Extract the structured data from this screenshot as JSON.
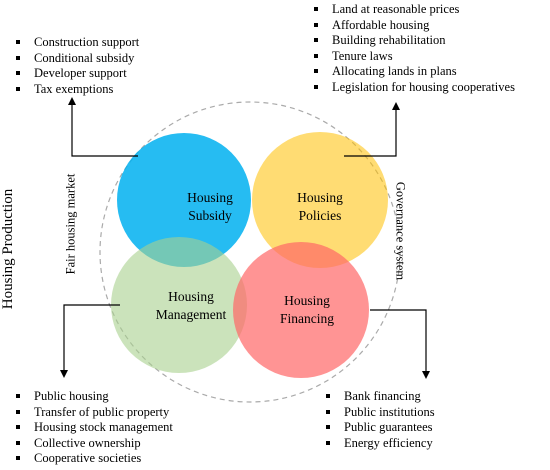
{
  "title": "Sustainable Cooperative Housing Production",
  "side_labels": {
    "left": "Fair housing market",
    "right": "Governance system"
  },
  "circles": {
    "subsidy": {
      "line1": "Housing",
      "line2": "Subsidy",
      "color": "#00B0F0"
    },
    "policies": {
      "line1": "Housing",
      "line2": "Policies",
      "color": "#FFC000"
    },
    "management": {
      "line1": "Housing",
      "line2": "Management",
      "color": "#A9D18E"
    },
    "financing": {
      "line1": "Housing",
      "line2": "Financing",
      "color": "#FF6666"
    }
  },
  "lists": {
    "top_left": [
      "Construction support",
      "Conditional subsidy",
      "Developer support",
      "Tax exemptions"
    ],
    "top_right": [
      "Land at reasonable prices",
      "Affordable housing",
      "Building rehabilitation",
      "Tenure laws",
      "Allocating lands in plans",
      "Legislation for housing cooperatives"
    ],
    "bottom_left": [
      "Public housing",
      "Transfer of public property",
      "Housing stock management",
      "Collective ownership",
      "Cooperative societies"
    ],
    "bottom_right": [
      "Bank financing",
      "Public institutions",
      "Public guarantees",
      "Energy efficiency"
    ]
  },
  "colors": {
    "outer_ring": "#AAAAAA",
    "arrow": "#000000"
  }
}
